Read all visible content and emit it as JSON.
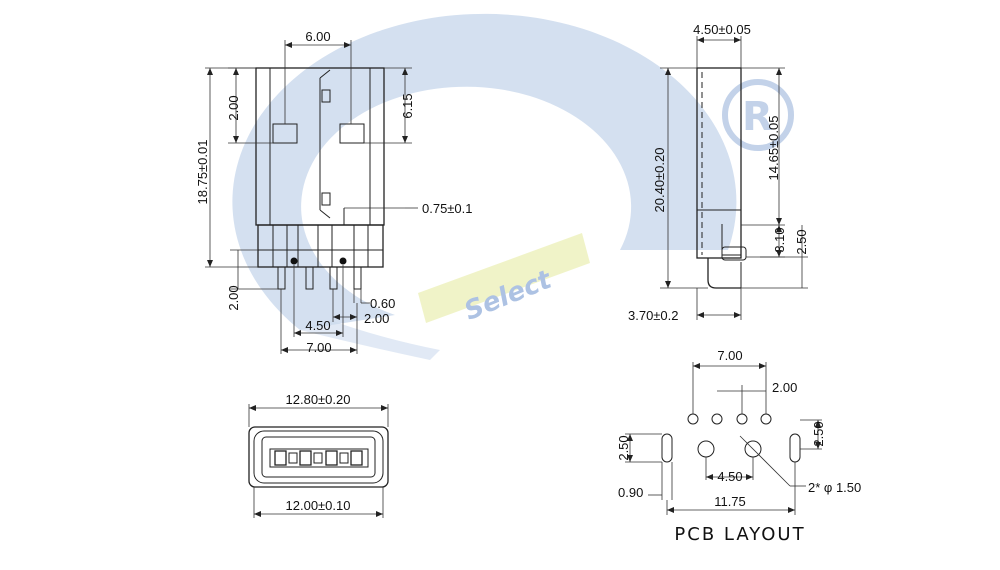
{
  "watermark": {
    "brand_text": "Select",
    "registered_mark": "R",
    "colors": {
      "ring": "#c9d8ec",
      "bar": "#eef2bf",
      "text": "#a9bfe2"
    }
  },
  "front_view": {
    "dims": {
      "top_width": "6.00",
      "pad_offset": "2.00",
      "pad_depth": "6.15",
      "total_height": "18.75±0.01",
      "blade_thickness": "0.75±0.1",
      "pin_length": "2.00",
      "pin_width": "0.60",
      "pin_pitch": "2.00",
      "inner_pitch": "4.50",
      "outer_pitch": "7.00"
    }
  },
  "side_view": {
    "dims": {
      "thickness": "4.50±0.05",
      "total_height": "20.40±0.20",
      "upper_height": "14.65±0.05",
      "lead_height": "3.10",
      "lead_offset": "2.50",
      "lead_length": "3.70±0.2"
    }
  },
  "end_view": {
    "dims": {
      "outer_width": "12.80±0.20",
      "inner_width": "12.00±0.10"
    }
  },
  "pcb_layout": {
    "title": "PCB LAYOUT",
    "dims": {
      "outer_pitch": "7.00",
      "pin_pitch": "2.00",
      "slot_height_left": "2.50",
      "slot_height_right": "2.50",
      "inner_pitch": "4.50",
      "slot_width": "0.90",
      "total_width": "11.75",
      "hole_note": "2* φ 1.50"
    }
  }
}
